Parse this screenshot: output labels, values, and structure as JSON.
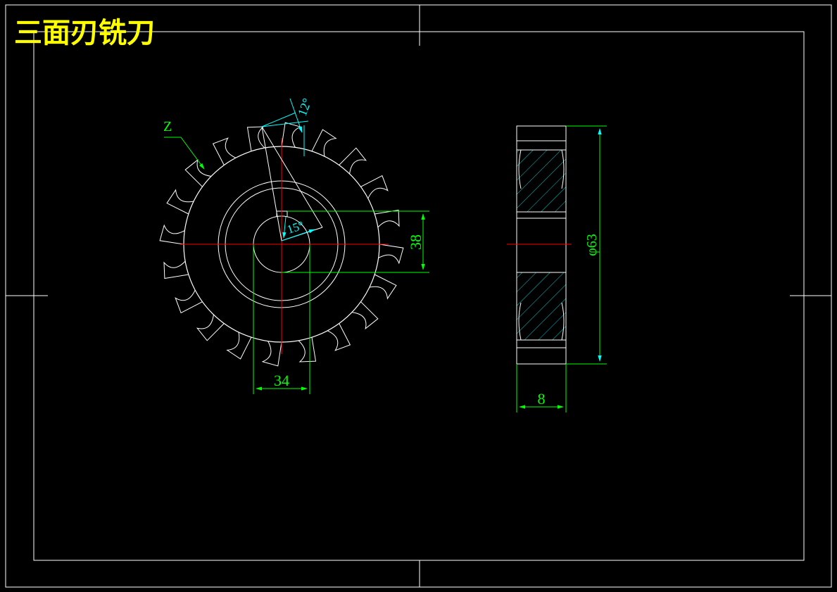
{
  "title": "三面刃铣刀",
  "labels": {
    "leader_tag": "Z",
    "rake_angle": "12°",
    "center_angle": "15°",
    "dim_keyway_height": "38",
    "dim_keyway_width": "34",
    "dim_outer_diameter": "φ63",
    "dim_thickness": "8"
  },
  "colors": {
    "background": "#000000",
    "outline": "#ffffff",
    "dimension": "#00ff00",
    "centerline": "#ff0000",
    "hatch": "#00c8c8",
    "angle": "#00ffff",
    "title": "#ffff00"
  }
}
